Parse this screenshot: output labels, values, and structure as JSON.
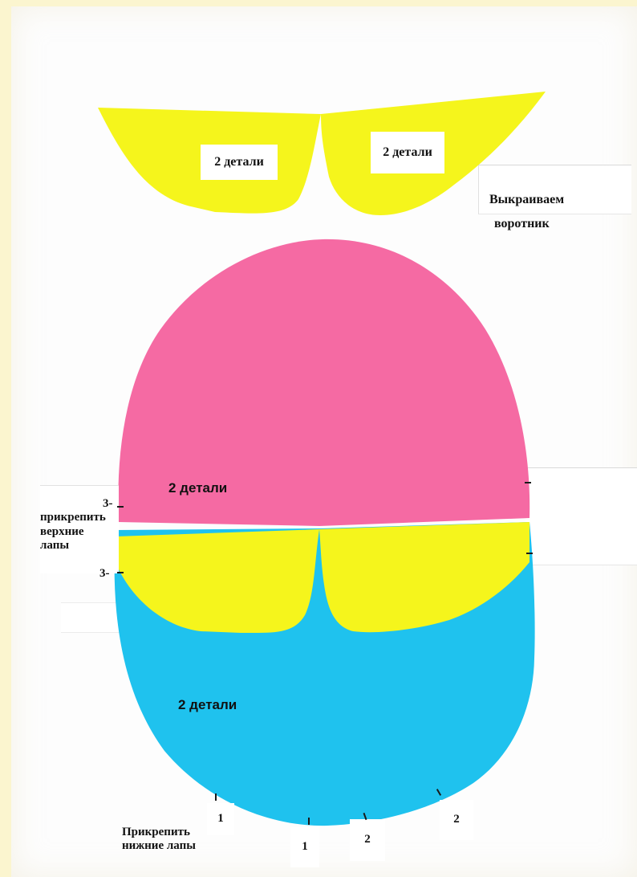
{
  "colors": {
    "collar_yellow": "#f5f51c",
    "head_pink": "#f56aa3",
    "body_blue": "#1fc2ee",
    "page_background": "#fbf5cf"
  },
  "collar": {
    "left_label": "2 детали",
    "right_label": "2 детали",
    "caption_line1": "Выкраиваем",
    "caption_line2": "воротник"
  },
  "head": {
    "label": "2 детали"
  },
  "body": {
    "label": "2 детали"
  },
  "upper_paws": {
    "mark_top": "3-",
    "text_line1": "прикрепить",
    "text_line2": "верхние",
    "text_line3": "лапы",
    "mark_bottom": "3-"
  },
  "lower_paws": {
    "text_line1": "Прикрепить",
    "text_line2": "нижние лапы",
    "marks": [
      "1",
      "1",
      "2",
      "2"
    ]
  }
}
